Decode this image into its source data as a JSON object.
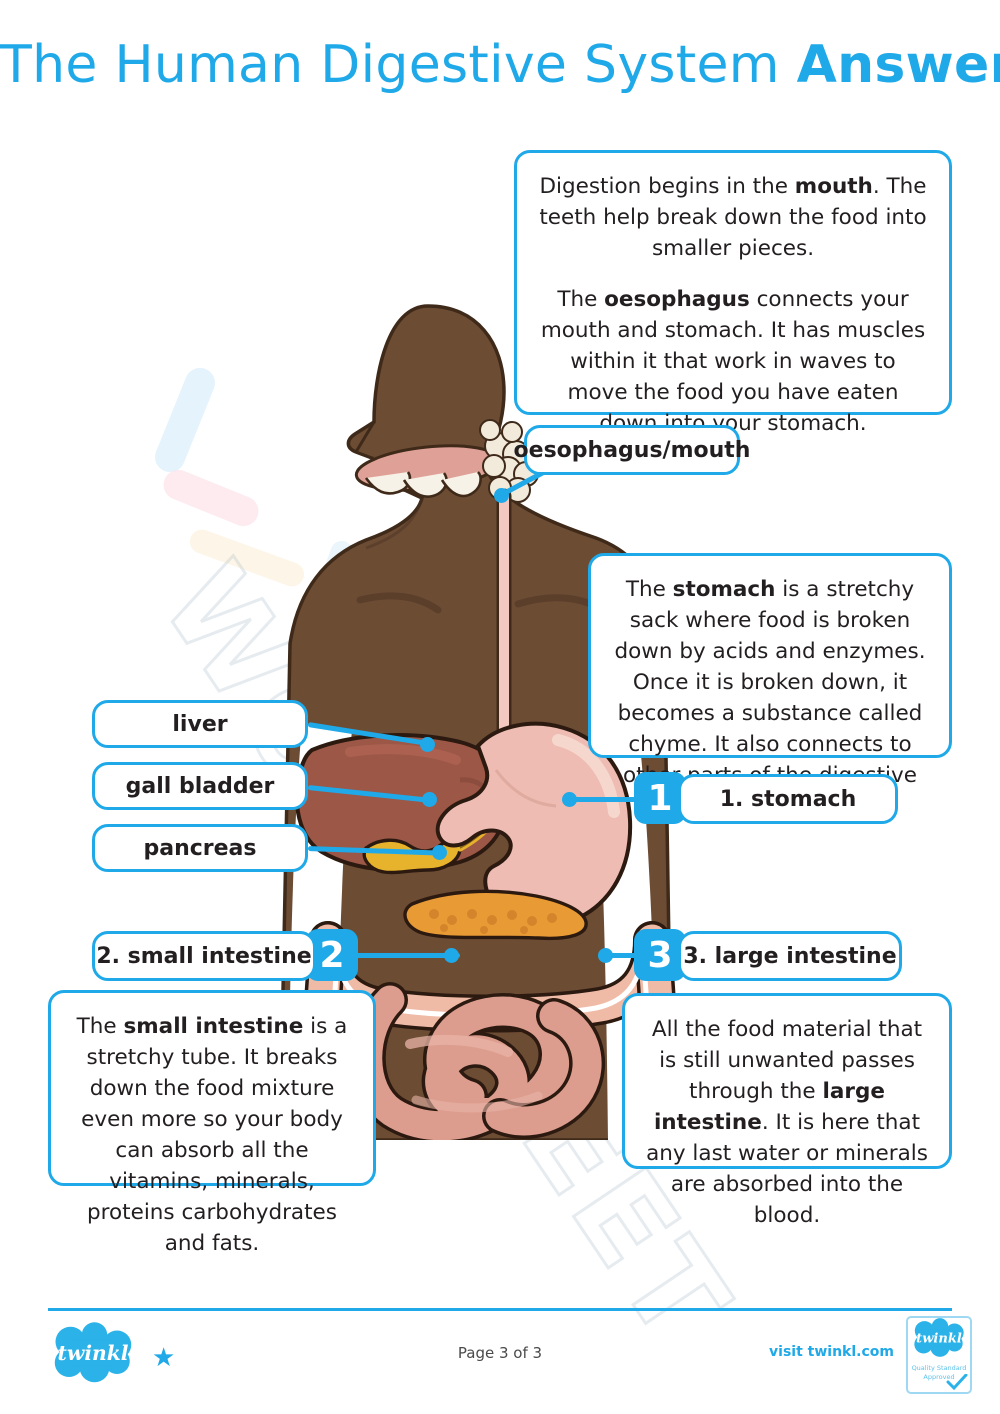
{
  "page": {
    "title_main": "The Human Digestive System ",
    "title_bold": "Answers",
    "watermark_text": "WORKSHEET",
    "accent_color": "#1FA9E8",
    "text_color": "#231f20"
  },
  "boxes": {
    "mouth_oesophagus": {
      "paragraph1_a": "Digestion begins in the ",
      "paragraph1_b": "mouth",
      "paragraph1_c": ". The teeth help break down the food into smaller pieces.",
      "paragraph2_a": "The ",
      "paragraph2_b": "oesophagus",
      "paragraph2_c": " connects your mouth and stomach. It has muscles within it that work in waves to move the food you have eaten down into your stomach."
    },
    "stomach": {
      "text_a": "The ",
      "text_b": "stomach",
      "text_c": " is a stretchy sack where food is broken down by acids and enzymes. Once it is broken down, it becomes a substance called chyme. It also connects to other parts of the digestive system."
    },
    "small_intestine": {
      "text_a": "The ",
      "text_b": "small intestine",
      "text_c": " is a stretchy tube. It breaks down the food mixture even more so your body can absorb all the vitamins, minerals, proteins carbohydrates and fats."
    },
    "large_intestine": {
      "text_a": "All the food material that is still unwanted passes through the ",
      "text_b": "large intestine",
      "text_c": ". It is here that any last water or minerals are absorbed into the blood."
    }
  },
  "labels": {
    "oesophagus_mouth": "oesophagus/mouth",
    "liver": "liver",
    "gall_bladder": "gall bladder",
    "pancreas": "pancreas",
    "stomach": "1. stomach",
    "small_intestine": "2. small intestine",
    "large_intestine": "3. large intestine"
  },
  "badges": {
    "one": "1",
    "two": "2",
    "three": "3"
  },
  "illustration": {
    "organ_colors": {
      "body": "#6d4c34",
      "liver": "#9c5746",
      "gall_bladder": "#e8b32c",
      "stomach": "#eebcb2",
      "pancreas": "#e89a34",
      "small_intestine": "#dd9d8e",
      "large_intestine": "#f0bba6",
      "oesophagus": "#f2c8c0"
    },
    "organ_names": [
      "mouth",
      "oesophagus",
      "liver",
      "gall bladder",
      "stomach",
      "pancreas",
      "small intestine",
      "large intestine"
    ]
  },
  "footer": {
    "brand": "twinkl",
    "page_number": "Page 3 of 3",
    "visit": "visit twinkl.com",
    "quality_line1": "Quality Standard",
    "quality_line2": "Approved",
    "star_glyph": "★"
  }
}
